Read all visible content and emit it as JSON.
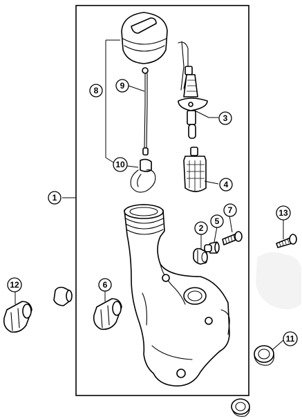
{
  "colors": {
    "line": "#000000",
    "background": "#ffffff"
  },
  "callouts": [
    {
      "id": "1",
      "label": "1"
    },
    {
      "id": "2",
      "label": "2"
    },
    {
      "id": "3",
      "label": "3"
    },
    {
      "id": "4",
      "label": "4"
    },
    {
      "id": "5",
      "label": "5"
    },
    {
      "id": "6",
      "label": "6"
    },
    {
      "id": "7",
      "label": "7"
    },
    {
      "id": "8",
      "label": "8"
    },
    {
      "id": "9",
      "label": "9"
    },
    {
      "id": "10",
      "label": "10"
    },
    {
      "id": "11",
      "label": "11"
    },
    {
      "id": "12",
      "label": "12"
    },
    {
      "id": "13",
      "label": "13"
    }
  ]
}
